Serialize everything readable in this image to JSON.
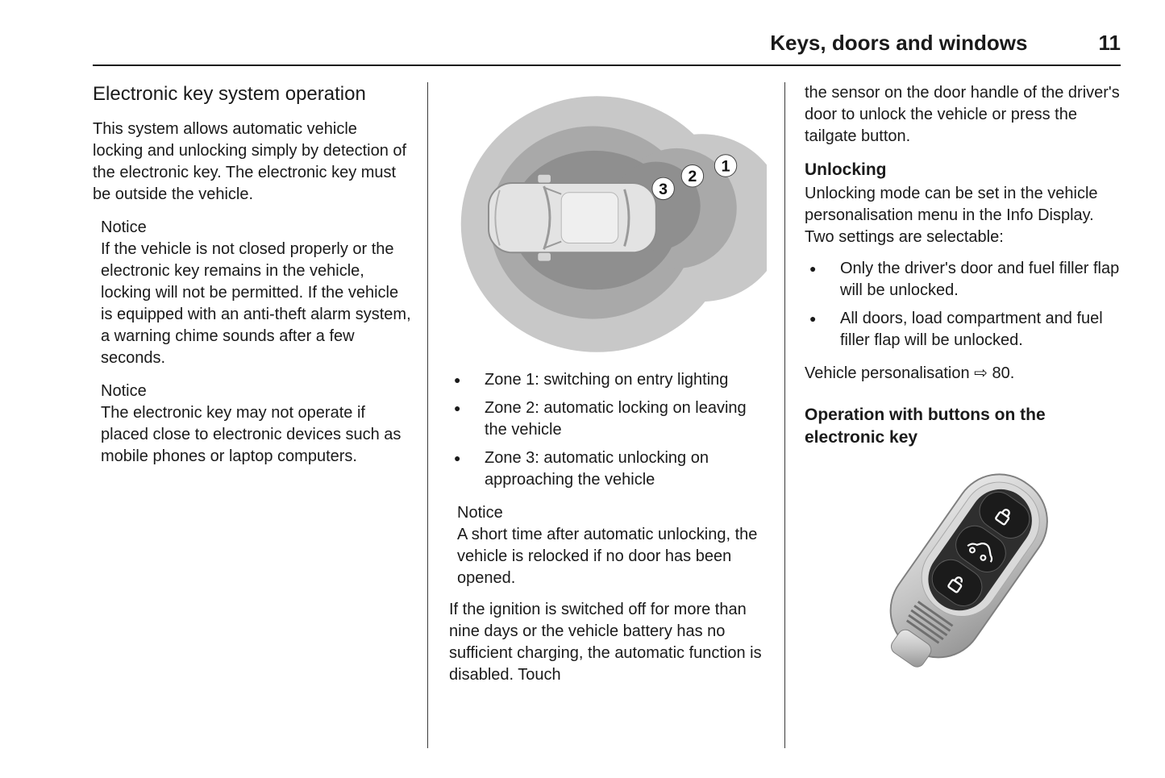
{
  "header": {
    "title": "Keys, doors and windows",
    "page_number": "11"
  },
  "columns": {
    "left": {
      "heading": "Electronic key system operation",
      "intro": "This system allows automatic vehicle locking and unlocking simply by detection of the electronic key. The electronic key must be outside the vehicle.",
      "notices": [
        {
          "label": "Notice",
          "text": "If the vehicle is not closed properly or the electronic key remains in the vehicle, locking will not be permitted. If the vehicle is equipped with an anti-theft alarm system, a warning chime sounds after a few seconds."
        },
        {
          "label": "Notice",
          "text": "The electronic key may not operate if placed close to electronic devices such as mobile phones or laptop computers."
        }
      ]
    },
    "middle": {
      "illustration": {
        "zone_colors": {
          "outer": "#c8c8c8",
          "middle": "#a9a9a9",
          "inner": "#8f8f8f"
        },
        "badges": [
          "3",
          "2",
          "1"
        ]
      },
      "bullets": [
        "Zone 1: switching on entry lighting",
        "Zone 2: automatic locking on leaving the vehicle",
        "Zone 3: automatic unlocking on approaching the vehicle"
      ],
      "notice": {
        "label": "Notice",
        "text": "A short time after automatic unlocking, the vehicle is relocked if no door has been opened."
      },
      "paragraph": "If the ignition is switched off for more than nine days or the vehicle battery has no sufficient charging, the automatic function is disabled. Touch"
    },
    "right": {
      "continuation": "the sensor on the door handle of the driver's door to unlock the vehicle or press the tailgate button.",
      "unlocking": {
        "heading": "Unlocking",
        "text": "Unlocking mode can be set in the vehicle personalisation menu in the Info Display. Two settings are selectable:",
        "bullets": [
          "Only the driver's door and fuel filler flap will be unlocked.",
          "All doors, load compartment and fuel filler flap will be unlocked."
        ],
        "reference": "Vehicle personalisation ⇨ 80."
      },
      "operation_heading": "Operation with buttons on the electronic key"
    }
  }
}
